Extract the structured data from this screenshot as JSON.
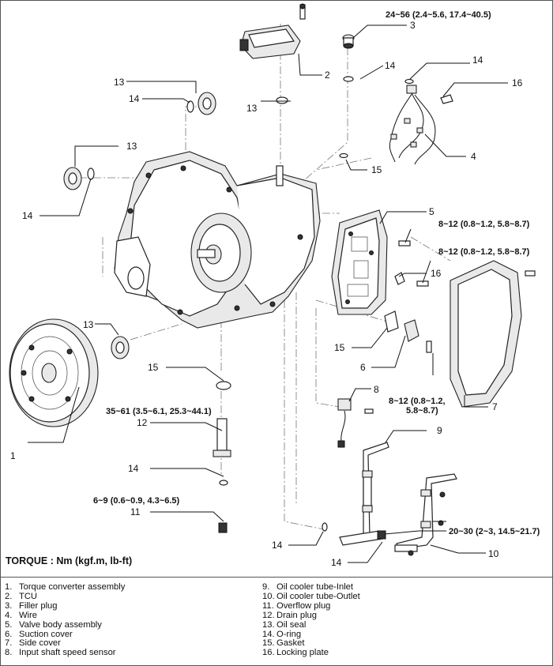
{
  "diagram": {
    "torque_caption": "TORQUE : Nm (kgf.m, lb-ft)",
    "callouts": {
      "c1": "1",
      "c2": "2",
      "c3": "3",
      "c4": "4",
      "c5": "5",
      "c6": "6",
      "c7": "7",
      "c8": "8",
      "c9": "9",
      "c10": "10",
      "c11": "11",
      "c12": "12",
      "c13a": "13",
      "c13b": "13",
      "c13c": "13",
      "c13d": "13",
      "c14a": "14",
      "c14b": "14",
      "c14c": "14",
      "c14d": "14",
      "c14e": "14",
      "c14f": "14",
      "c14g": "14",
      "c15a": "15",
      "c15b": "15",
      "c15c": "15",
      "c16a": "16",
      "c16b": "16"
    },
    "torques": {
      "filler_plug": "24~56 (2.4~5.6, 17.4~40.5)",
      "valve_body_1": "8~12 (0.8~1.2, 5.8~8.7)",
      "valve_body_2": "8~12 (0.8~1.2, 5.8~8.7)",
      "suction_cover_line1": "8~12 (0.8~1.2,",
      "suction_cover_line2": "5.8~8.7)",
      "oil_cooler_tube": "20~30 (2~3, 14.5~21.7)",
      "drain_plug": "35~61 (3.5~6.1, 25.3~44.1)",
      "overflow_plug": "6~9 (0.6~0.9, 4.3~6.5)"
    }
  },
  "legend": {
    "left": [
      {
        "num": "1.",
        "text": "Torque converter assembly"
      },
      {
        "num": "2.",
        "text": "TCU"
      },
      {
        "num": "3.",
        "text": "Filler plug"
      },
      {
        "num": "4.",
        "text": "Wire"
      },
      {
        "num": "5.",
        "text": "Valve body assembly"
      },
      {
        "num": "6.",
        "text": "Suction cover"
      },
      {
        "num": "7.",
        "text": "Side cover"
      },
      {
        "num": "8.",
        "text": "Input shaft speed sensor"
      }
    ],
    "right": [
      {
        "num": "9.",
        "text": "Oil cooler tube-Inlet"
      },
      {
        "num": "10.",
        "text": "Oil cooler tube-Outlet"
      },
      {
        "num": "11.",
        "text": "Overflow plug"
      },
      {
        "num": "12.",
        "text": "Drain plug"
      },
      {
        "num": "13.",
        "text": "Oil seal"
      },
      {
        "num": "14.",
        "text": "O-ring"
      },
      {
        "num": "15.",
        "text": "Gasket"
      },
      {
        "num": "16.",
        "text": "Locking plate"
      }
    ]
  }
}
